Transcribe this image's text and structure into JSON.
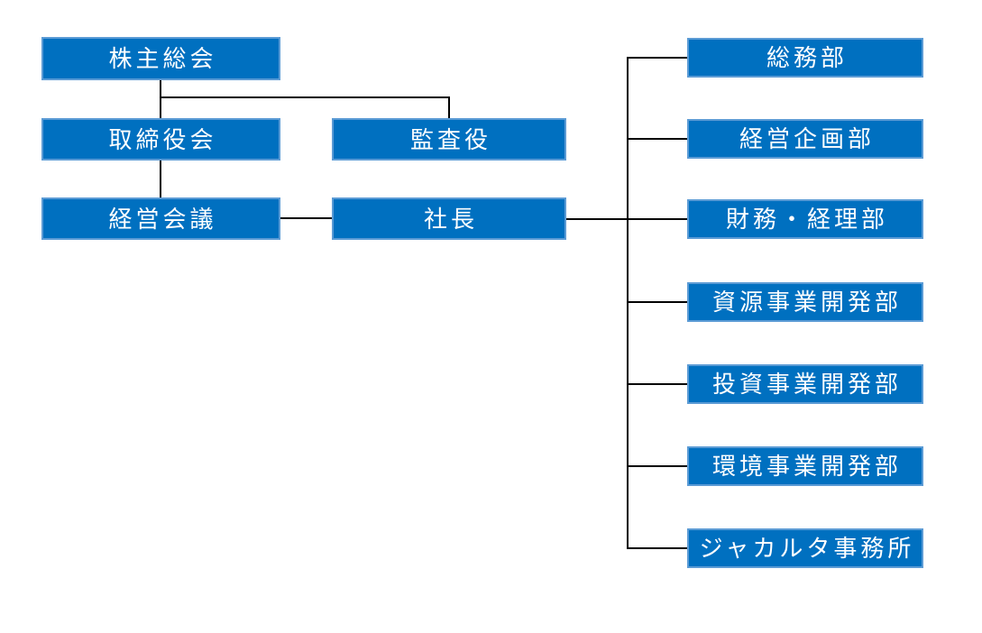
{
  "chart": {
    "type": "org-chart",
    "nodes": {
      "shareholders": "株主総会",
      "board": "取締役会",
      "auditor": "監査役",
      "management_meeting": "経営会議",
      "president": "社長",
      "departments": [
        "総務部",
        "経営企画部",
        "財務・経理部",
        "資源事業開発部",
        "投資事業開発部",
        "環境事業開発部",
        "ジャカルタ事務所"
      ]
    },
    "edges": [
      {
        "from": "株主総会",
        "to": "取締役会"
      },
      {
        "from": "株主総会",
        "to": "監査役"
      },
      {
        "from": "取締役会",
        "to": "経営会議"
      },
      {
        "from": "経営会議",
        "to": "社長"
      },
      {
        "from": "社長",
        "to": "総務部"
      },
      {
        "from": "社長",
        "to": "経営企画部"
      },
      {
        "from": "社長",
        "to": "財務・経理部"
      },
      {
        "from": "社長",
        "to": "資源事業開発部"
      },
      {
        "from": "社長",
        "to": "投資事業開発部"
      },
      {
        "from": "社長",
        "to": "環境事業開発部"
      },
      {
        "from": "社長",
        "to": "ジャカルタ事務所"
      }
    ],
    "colors": {
      "box_fill": "#0070C0",
      "box_border": "#5B9BD5",
      "box_text": "#FFFFFF",
      "connector": "#000000",
      "background": "#FFFFFF"
    }
  }
}
